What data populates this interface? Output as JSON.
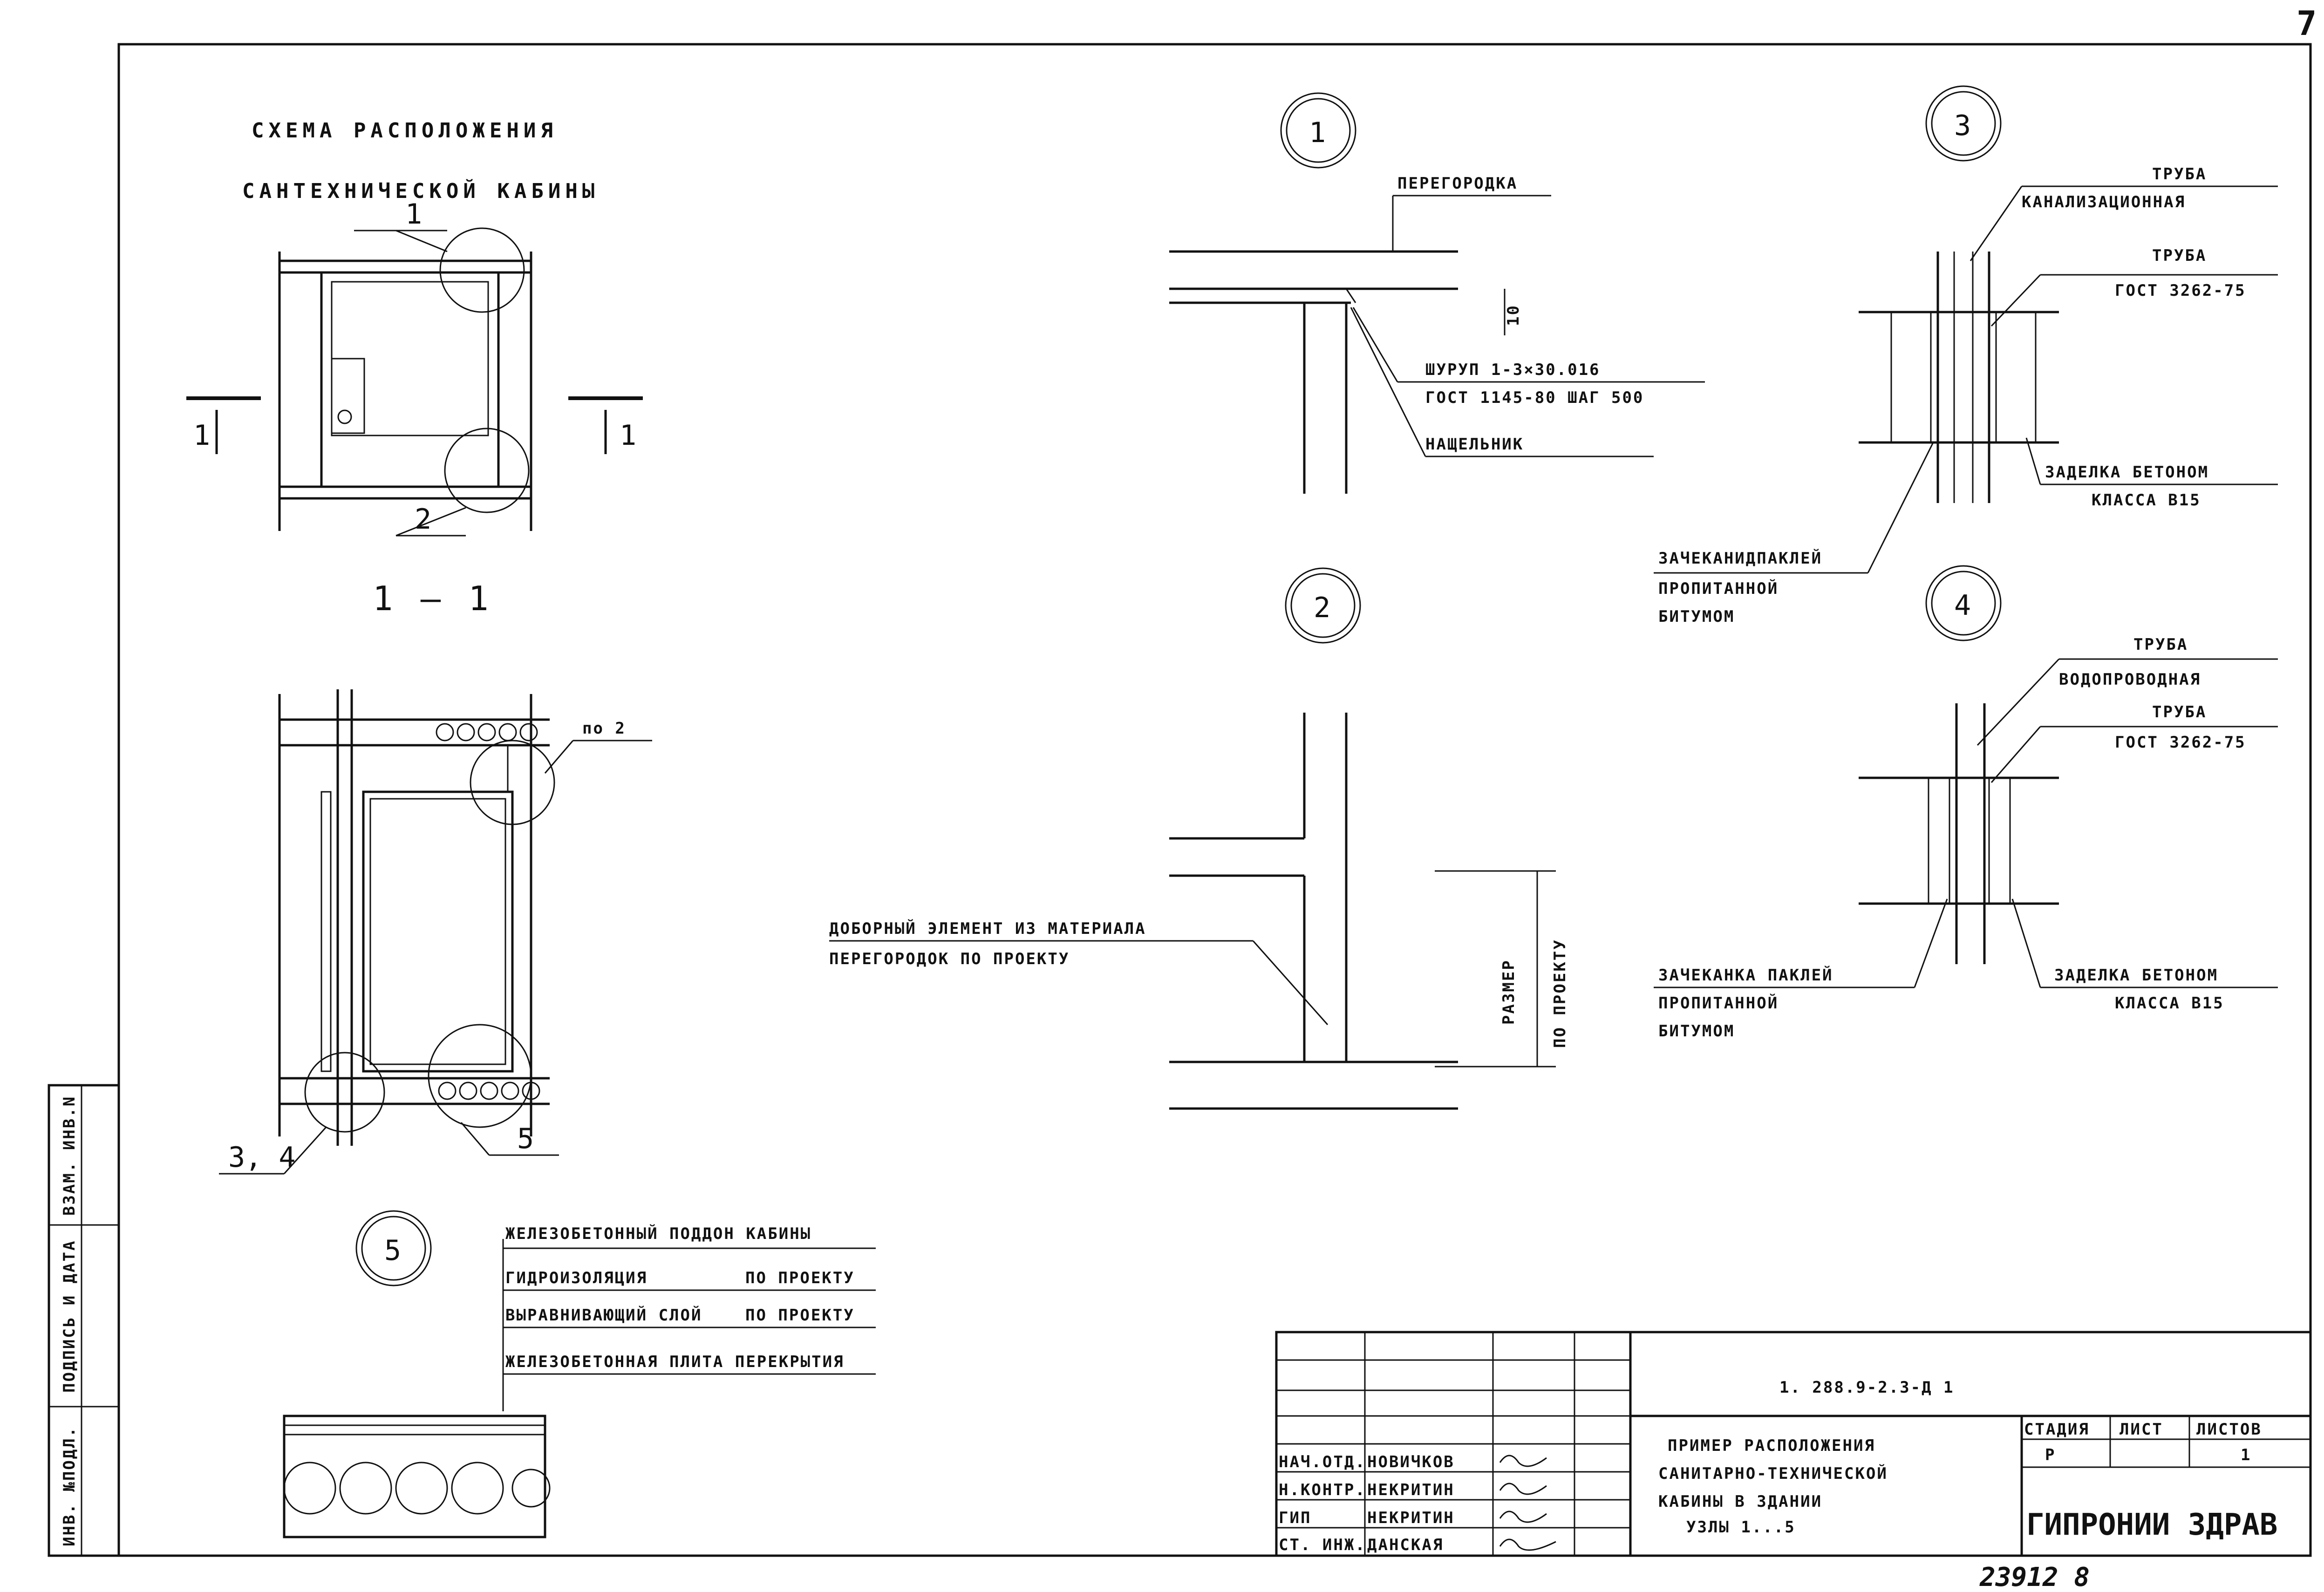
{
  "sheet": {
    "page_number": "7",
    "doc_code": "1. 288.9-2.3-Д 1",
    "archive_number": "23912  8"
  },
  "scheme": {
    "title_line1": "СХЕМА РАСПОЛОЖЕНИЯ",
    "title_line2": "САНТЕХНИЧЕСКОЙ КАБИНЫ",
    "callout_1": "1",
    "callout_2": "2",
    "section_mark_left": "1",
    "section_mark_right": "1",
    "section_title": "1 — 1",
    "callout_3_4": "3, 4",
    "callout_5": "5",
    "callout_ref": "по 2"
  },
  "node1": {
    "number": "1",
    "label_partition": "ПЕРЕГОРОДКА",
    "label_screw_1": "ШУРУП 1-3×30.016",
    "label_screw_2": "ГОСТ 1145-80 ШАГ 500",
    "label_strip": "НАЩЕЛЬНИК",
    "dim": "10"
  },
  "node2": {
    "number": "2",
    "label_1": "ДОБОРНЫЙ ЭЛЕМЕНТ ИЗ МАТЕРИАЛА",
    "label_2": "ПЕРЕГОРОДОК ПО ПРОЕКТУ",
    "dim_1": "РАЗМЕР",
    "dim_2": "ПО ПРОЕКТУ"
  },
  "node3": {
    "number": "3",
    "pipe_1": "ТРУБА",
    "pipe_2": "КАНАЛИЗАЦИОННАЯ",
    "pipe_3": "ТРУБА",
    "pipe_4": "ГОСТ 3262-75",
    "seal_1": "ЗАДЕЛКА БЕТОНОМ",
    "seal_2": "КЛАССА В15",
    "caulk_1": "ЗАЧЕКАНИДПАКЛЕЙ",
    "caulk_2": "ПРОПИТАННОЙ",
    "caulk_3": "БИТУМОМ"
  },
  "node4": {
    "number": "4",
    "pipe_1": "ТРУБА",
    "pipe_2": "ВОДОПРОВОДНАЯ",
    "pipe_3": "ТРУБА",
    "pipe_4": "ГОСТ 3262-75",
    "seal_1": "ЗАДЕЛКА БЕТОНОМ",
    "seal_2": "КЛАССА В15",
    "caulk_1": "ЗАЧЕКАНКА ПАКЛЕЙ",
    "caulk_2": "ПРОПИТАННОЙ",
    "caulk_3": "БИТУМОМ"
  },
  "node5": {
    "number": "5",
    "layer_1": "ЖЕЛЕЗОБЕТОННЫЙ ПОДДОН КАБИНЫ",
    "layer_2": "ГИДРОИЗОЛЯЦИЯ",
    "layer_2b": "ПО ПРОЕКТУ",
    "layer_3": "ВЫРАВНИВАЮЩИЙ СЛОЙ",
    "layer_3b": "ПО ПРОЕКТУ",
    "layer_4": "ЖЕЛЕЗОБЕТОННАЯ ПЛИТА ПЕРЕКРЫТИЯ"
  },
  "side_stamp": {
    "col_1": "ИНВ. №ПОДЛ.",
    "col_2": "ПОДПИСЬ И ДАТА",
    "col_3": "ВЗАМ. ИНВ.N"
  },
  "title_block": {
    "roles": [
      {
        "role": "НАЧ.ОТД.",
        "name": "НОВИЧКОВ"
      },
      {
        "role": "Н.КОНТР.",
        "name": "НЕКРИТИН"
      },
      {
        "role": "ГИП",
        "name": "НЕКРИТИН"
      },
      {
        "role": "СТ. ИНЖ.",
        "name": "ДАНСКАЯ"
      }
    ],
    "description_1": "ПРИМЕР РАСПОЛОЖЕНИЯ",
    "description_2": "САНИТАРНО-ТЕХНИЧЕСКОЙ",
    "description_3": "КАБИНЫ В ЗДАНИИ",
    "description_4": "УЗЛЫ 1...5",
    "stage_label": "СТАДИЯ",
    "sheet_label": "ЛИСТ",
    "sheets_label": "ЛИСТОВ",
    "stage_value": "Р",
    "sheet_value": "",
    "sheets_value": "1",
    "organization": "ГИПРОНИИ ЗДРАВ"
  }
}
